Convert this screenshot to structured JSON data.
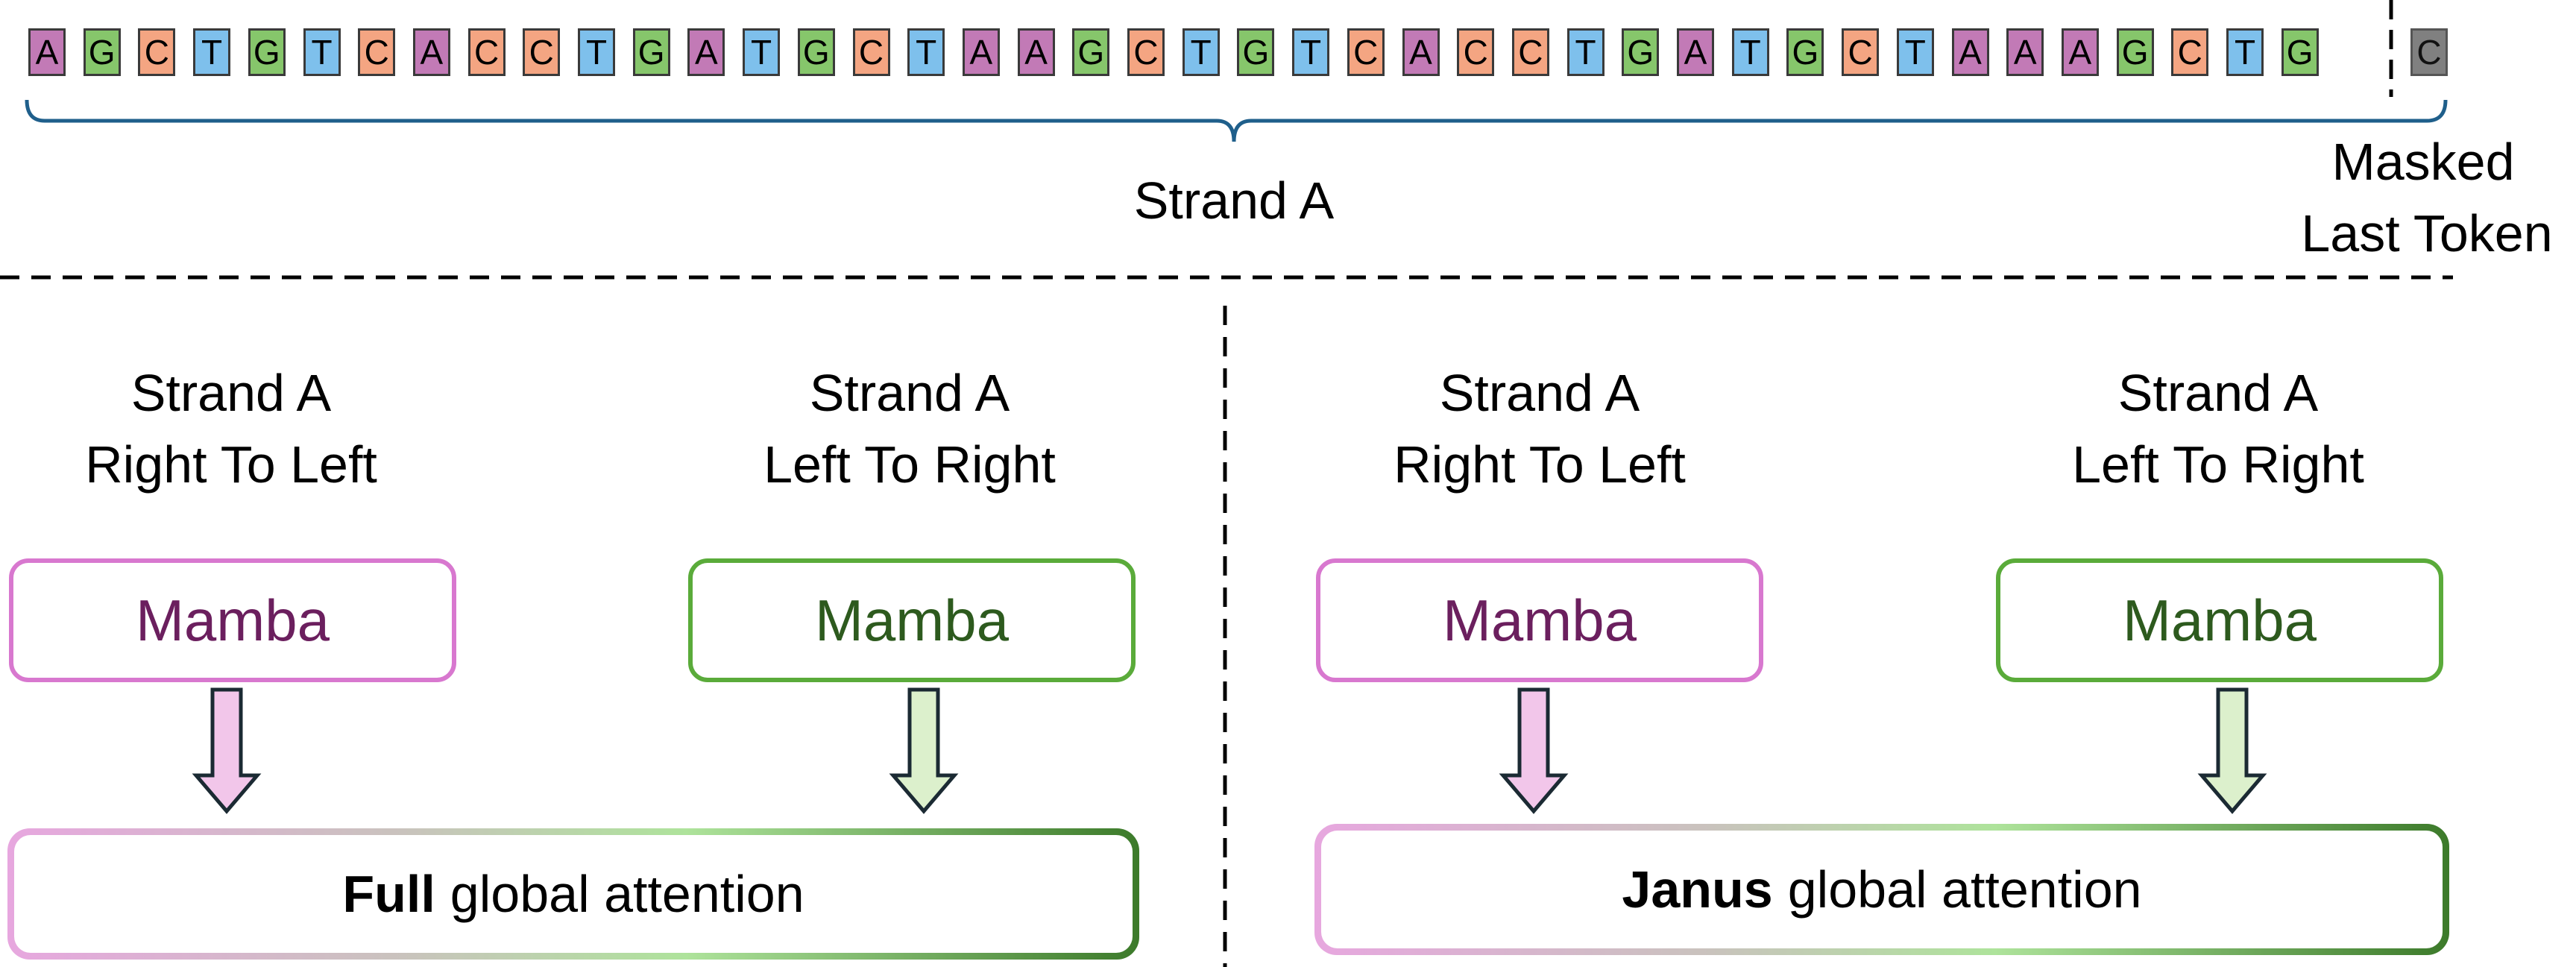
{
  "sequence": {
    "tokens": [
      "A",
      "G",
      "C",
      "T",
      "G",
      "T",
      "C",
      "A",
      "C",
      "C",
      "T",
      "G",
      "A",
      "T",
      "G",
      "C",
      "T",
      "A",
      "A",
      "G",
      "C",
      "T",
      "G",
      "T",
      "C",
      "A",
      "C",
      "C",
      "T",
      "G",
      "A",
      "T",
      "G",
      "C",
      "T",
      "A",
      "A",
      "A",
      "G",
      "C",
      "T",
      "G"
    ],
    "masked_token": "C",
    "colors": {
      "A": "#c27ab6",
      "G": "#86c66b",
      "C": "#f4a582",
      "T": "#7ec0ec",
      "masked": "#808080"
    }
  },
  "labels": {
    "strand": "Strand A",
    "masked_line1": "Masked",
    "masked_line2": "Last Token"
  },
  "panels": [
    {
      "left_title_1": "Strand A",
      "left_title_2": "Right To Left",
      "right_title_1": "Strand A",
      "right_title_2": "Left To Right",
      "left_model": "Mamba",
      "right_model": "Mamba",
      "attention_bold": "Full",
      "attention_rest": "global attention"
    },
    {
      "left_title_1": "Strand A",
      "left_title_2": "Right To Left",
      "right_title_1": "Strand A",
      "right_title_2": "Left To Right",
      "left_model": "Mamba",
      "right_model": "Mamba",
      "attention_bold": "Janus",
      "attention_rest": "global attention"
    }
  ],
  "colors": {
    "pink_border": "#d878cf",
    "green_border": "#5aab3a",
    "pink_arrow": "#f2c6ea",
    "green_arrow": "#dcf0cc",
    "bracket": "#1f5f8b",
    "gradient": [
      "#e7a7df",
      "#c9c3bd",
      "#aee39b",
      "#3c7a2a"
    ]
  }
}
